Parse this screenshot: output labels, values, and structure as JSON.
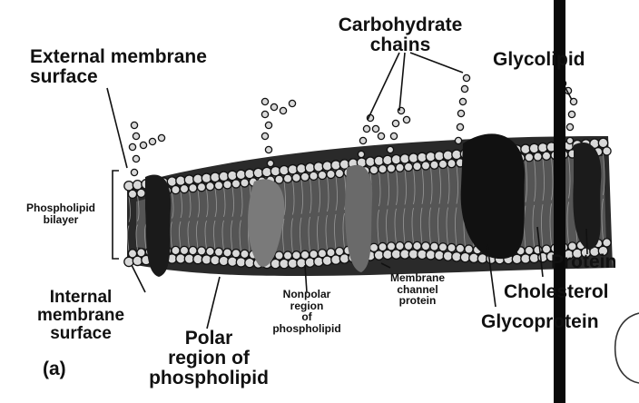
{
  "labels": {
    "external_membrane_surface": [
      "External membrane",
      "surface"
    ],
    "carbohydrate_chains": [
      "Carbohydrate",
      "chains"
    ],
    "glycolipid": "Glycolipid",
    "phospholipid_bilayer": [
      "Phospholipid",
      "bilayer"
    ],
    "protein": "Protein",
    "cholesterol": "Cholesterol",
    "glycoprotein": "Glycoprotein",
    "internal_membrane_surface": [
      "Internal",
      "membrane",
      "surface"
    ],
    "polar_region": [
      "Polar",
      "region of",
      "phospholipid"
    ],
    "nonpolar_region": [
      "Nonpolar",
      "region",
      "of",
      "phospholipid"
    ],
    "membrane_channel_protein": [
      "Membrane",
      "channel",
      "protein"
    ],
    "panel": "(a)"
  },
  "colors": {
    "ink": "#111111",
    "head_fill": "#d9d9d9",
    "tail": "#555555"
  }
}
